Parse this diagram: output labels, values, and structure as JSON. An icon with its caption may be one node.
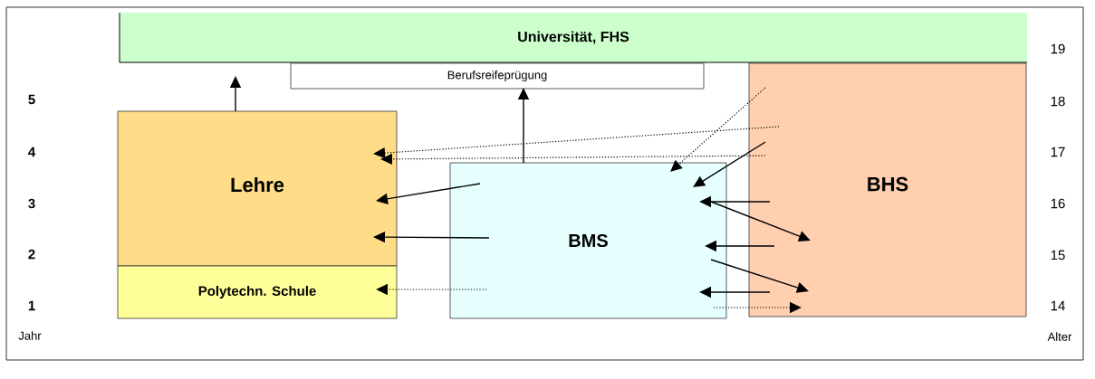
{
  "diagram": {
    "nodes": [
      {
        "text": [
          "Universität, FHS"
        ]
      },
      {
        "text": [
          "Berufsreifeprügung"
        ]
      },
      {
        "text": [
          "Lehre"
        ]
      },
      {
        "text": [
          "Polytechn. Schule"
        ]
      },
      {
        "text": [
          "BMS"
        ]
      },
      {
        "text": [
          "BHS"
        ]
      }
    ],
    "edges": [
      {
        "from": 2,
        "to": 0,
        "arrow": "to"
      },
      {
        "from": 4,
        "to": 1,
        "arrow": "to"
      },
      {
        "from": 4,
        "to": 2,
        "arrow": "to"
      },
      {
        "from": 5,
        "to": 2,
        "arrow": "to",
        "style": "dashed"
      },
      {
        "from": 4,
        "to": 2,
        "arrow": "to"
      },
      {
        "from": 5,
        "to": 2,
        "arrow": "to",
        "style": "dashed"
      },
      {
        "from": 4,
        "to": 3,
        "arrow": "to",
        "style": "dashed"
      },
      {
        "from": 5,
        "to": 4,
        "arrow": "to",
        "style": "dashed"
      },
      {
        "from": 5,
        "to": 4,
        "arrow": "to"
      },
      {
        "from": 5,
        "to": 4,
        "arrow": "to"
      },
      {
        "from": 4,
        "to": 5,
        "arrow": "to"
      },
      {
        "from": 5,
        "to": 4,
        "arrow": "to"
      },
      {
        "from": 4,
        "to": 5,
        "arrow": "to"
      },
      {
        "from": 5,
        "to": 4,
        "arrow": "to"
      },
      {
        "from": 4,
        "to": 5,
        "arrow": "to",
        "style": "dashed"
      }
    ],
    "labels": [
      "19",
      "5",
      "18",
      "4",
      "17",
      "3",
      "16",
      "2",
      "15",
      "1",
      "14",
      "Jahr",
      "Alter"
    ]
  }
}
